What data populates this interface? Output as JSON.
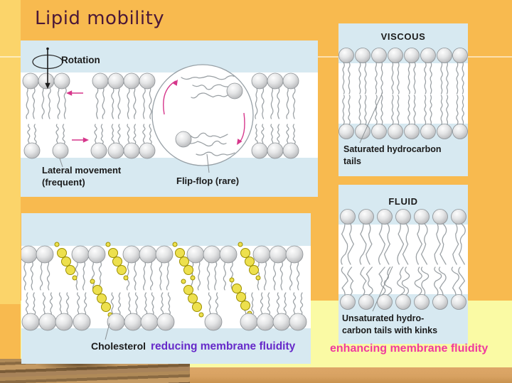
{
  "slide": {
    "title": "Lipid mobility"
  },
  "mobility": {
    "rotation_label": "Rotation",
    "lateral_label_1": "Lateral movement",
    "lateral_label_2": "(frequent)",
    "flipflop_label": "Flip-flop (rare)"
  },
  "viscous": {
    "title": "VISCOUS",
    "caption_1": "Saturated hydrocarbon",
    "caption_2": "tails"
  },
  "fluid": {
    "title": "FLUID",
    "caption_1": "Unsaturated hydro-",
    "caption_2": "carbon tails with kinks"
  },
  "cholesterol": {
    "label": "Cholesterol",
    "reducing": "reducing membrane fluidity"
  },
  "footer": {
    "enhancing": "enhancing membrane fluidity"
  },
  "colors": {
    "slide_background": "#F8BA4F",
    "side_strip": "#FBD46A",
    "panel_background": "#D7E9F1",
    "membrane_core": "#FFFFFF",
    "title_text": "#4B1838",
    "label_text": "#1B1B1B",
    "reducing_text": "#6629C9",
    "enhancing_text": "#EF3A9E",
    "arrow_pink": "#D6368B",
    "lipid_head": "#C6C7C9",
    "lipid_tail": "#9AA0A4",
    "cholesterol_yellow": "#EDE04E",
    "cholesterol_outline": "#9C8F00",
    "pale_yellow": "#FAFAA4",
    "desk_tan": "#D8A262"
  }
}
